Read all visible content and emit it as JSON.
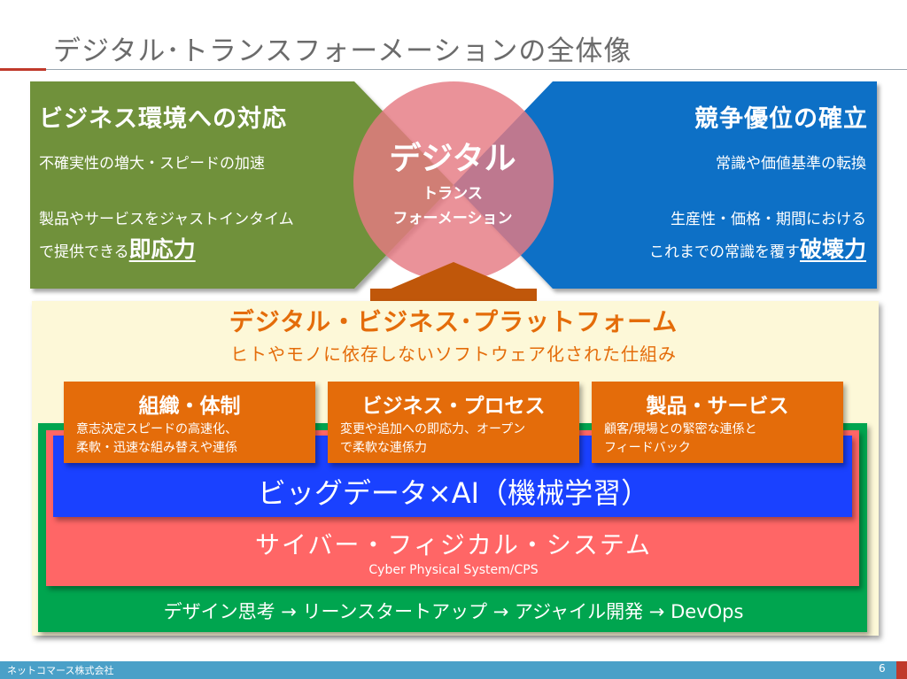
{
  "title": "デジタル･トランスフォーメーションの全体像",
  "left_panel": {
    "heading": "ビジネス環境への対応",
    "line1": "不確実性の増大・スピードの加速",
    "line2": "製品やサービスをジャストインタイム",
    "line3_prefix": "で提供できる",
    "line3_emphasis": "即応力"
  },
  "right_panel": {
    "heading": "競争優位の確立",
    "line1": "常識や価値基準の転換",
    "line2": "生産性・価格・期間における",
    "line3_prefix": "これまでの常識を覆す",
    "line3_emphasis": "破壊力"
  },
  "center": {
    "main": "デジタル",
    "sub1": "トランス",
    "sub2": "フォーメーション"
  },
  "platform": {
    "title": "デジタル・ビジネス･プラットフォーム",
    "subtitle": "ヒトやモノに依存しないソフトウェア化された仕組み"
  },
  "boxes": [
    {
      "heading": "組織・体制",
      "line1": "意志決定スピードの高速化、",
      "line2": "柔軟・迅速な組み替えや連係"
    },
    {
      "heading": "ビジネス・プロセス",
      "line1": "変更や追加への即応力、オープン",
      "line2": "で柔軟な連係力"
    },
    {
      "heading": "製品・サービス",
      "line1": "顧客/現場との緊密な連係と",
      "line2": "フィードバック"
    }
  ],
  "layers": {
    "bigdata": "ビッグデータ×AI（機械学習）",
    "cps_ja": "サイバー・フィジカル・システム",
    "cps_en": "Cyber Physical System/CPS",
    "base": "デザイン思考 → リーンスタートアップ → アジャイル開発 → DevOps"
  },
  "footer": {
    "company": "ネットコマース株式会社",
    "page": "6"
  },
  "colors": {
    "green": "#70913a",
    "blue": "#0f6fc6",
    "circle": "#e57a82",
    "orange": "#e46c0a",
    "arrow": "#c0570a"
  }
}
